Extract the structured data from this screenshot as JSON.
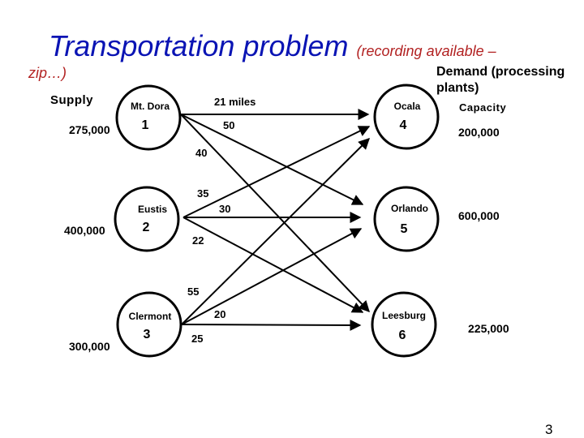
{
  "slide": {
    "title": "Transportation problem",
    "subtitle_line1": "(recording available –",
    "subtitle_line2": "zip…)",
    "page_number": "3"
  },
  "headers": {
    "supply": "Supply",
    "demand_line1": "Demand (processing",
    "demand_line2": "plants)",
    "capacity": "Capacity"
  },
  "sources": [
    {
      "id": "1",
      "name": "Mt. Dora",
      "supply": "275,000"
    },
    {
      "id": "2",
      "name": "Eustis",
      "supply": "400,000"
    },
    {
      "id": "3",
      "name": "Clermont",
      "supply": "300,000"
    }
  ],
  "destinations": [
    {
      "id": "4",
      "name": "Ocala",
      "capacity": "200,000"
    },
    {
      "id": "5",
      "name": "Orlando",
      "capacity": "600,000"
    },
    {
      "id": "6",
      "name": "Leesburg",
      "capacity": "225,000"
    }
  ],
  "edges": [
    {
      "from": "1",
      "to": "4",
      "label": "21 miles"
    },
    {
      "from": "1",
      "to": "5",
      "label": "50"
    },
    {
      "from": "1",
      "to": "6",
      "label": "40"
    },
    {
      "from": "2",
      "to": "4",
      "label": "35"
    },
    {
      "from": "2",
      "to": "5",
      "label": "30"
    },
    {
      "from": "2",
      "to": "6",
      "label": "22"
    },
    {
      "from": "3",
      "to": "4",
      "label": "55"
    },
    {
      "from": "3",
      "to": "5",
      "label": "20"
    },
    {
      "from": "3",
      "to": "6",
      "label": "25"
    }
  ]
}
